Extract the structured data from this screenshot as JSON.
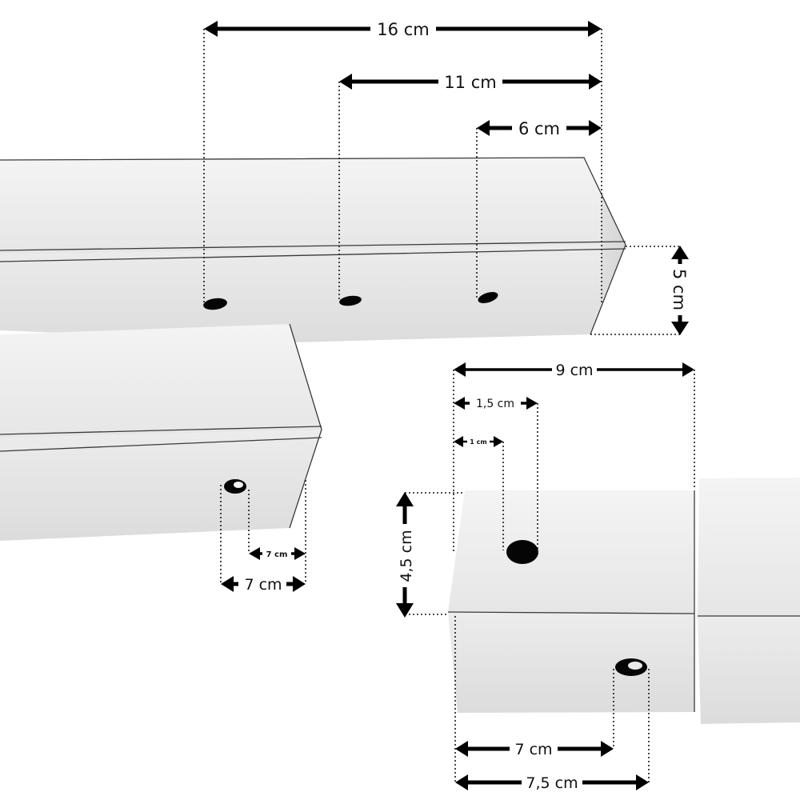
{
  "image": {
    "subject": "square tube sections with drilled holes",
    "colors": {
      "tube_top": "#eeeeee",
      "tube_side": "#e4e4e4",
      "tube_edge": "#3a3a3a",
      "hole": "#050505",
      "dimension_line": "#000000"
    }
  },
  "dimensions": {
    "d16": "16 cm",
    "d11": "11 cm",
    "d6": "6 cm",
    "d5": "5 cm",
    "d7_small": "7 cm",
    "d7_left": "7 cm",
    "d9": "9 cm",
    "d1_5": "1,5 cm",
    "d1": "1 cm",
    "d4_5": "4,5 cm",
    "d7_bottom": "7 cm",
    "d7_5": "7,5 cm"
  }
}
